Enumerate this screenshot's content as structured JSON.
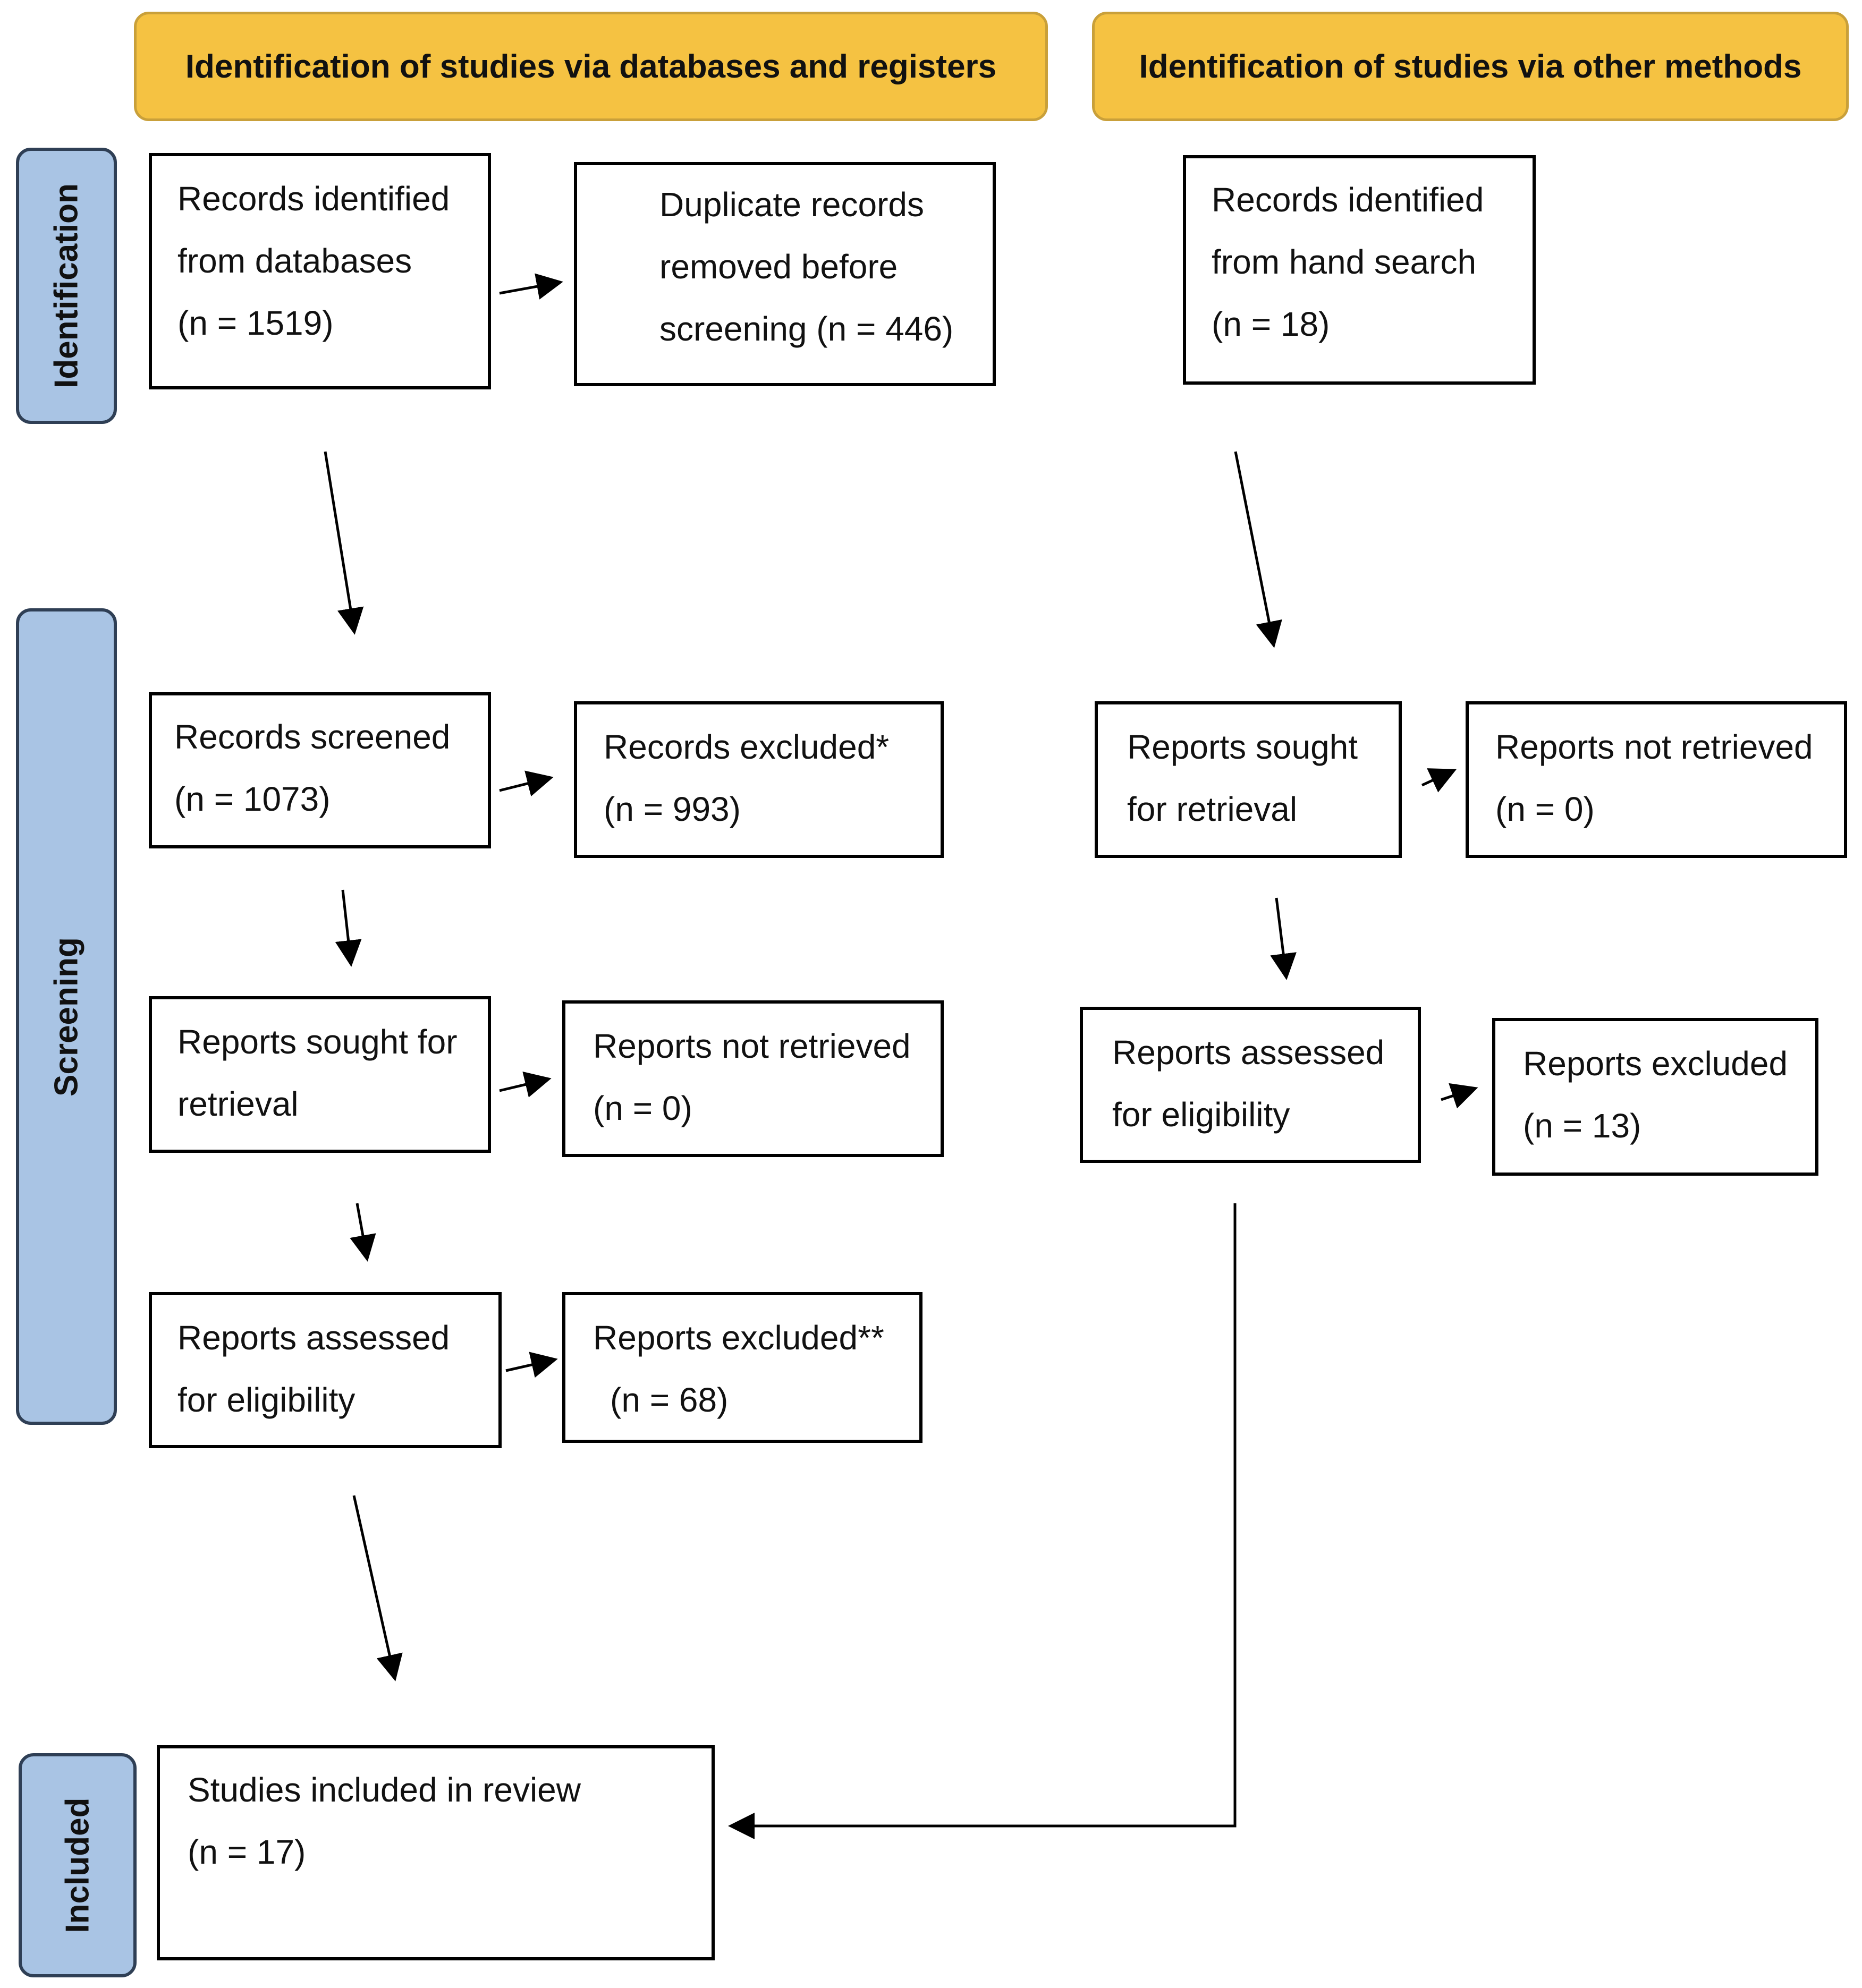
{
  "headers": {
    "databases": "Identification of studies via databases and registers",
    "other": "Identification of studies via other methods"
  },
  "phases": {
    "identification": "Identification",
    "screening": "Screening",
    "included": "Included"
  },
  "databases": {
    "identified": {
      "line1": "Records identified",
      "line2": "from databases",
      "line3": "(n = 1519)"
    },
    "duplicates": {
      "line1": "Duplicate records",
      "line2": "removed before",
      "line3": "screening (n = 446)"
    },
    "screened": {
      "line1": "Records screened",
      "line2": "(n = 1073)"
    },
    "excluded": {
      "line1": "Records excluded*",
      "line2": "(n = 993)"
    },
    "sought": {
      "line1": "Reports sought for",
      "line2": "retrieval"
    },
    "not_retrieved": {
      "line1": "Reports not retrieved",
      "line2": "(n = 0)"
    },
    "assessed": {
      "line1": "Reports assessed",
      "line2": "for eligibility"
    },
    "reports_excluded": {
      "line1": "Reports excluded**",
      "line2": "(n = 68)"
    }
  },
  "other": {
    "identified": {
      "line1": "Records identified",
      "line2": "from hand search",
      "line3": "(n = 18)"
    },
    "sought": {
      "line1": "Reports sought",
      "line2": "for retrieval"
    },
    "not_retrieved": {
      "line1": "Reports not retrieved",
      "line2": "(n = 0)"
    },
    "assessed": {
      "line1": "Reports assessed",
      "line2": "for eligibility"
    },
    "reports_excluded": {
      "line1": "Reports excluded",
      "line2": "(n = 13)"
    }
  },
  "included": {
    "line1": "Studies included in review",
    "line2": "(n = 17)"
  },
  "colors": {
    "header_fill": "#f5c242",
    "header_border": "#c9a03a",
    "phase_fill": "#a9c4e4",
    "phase_border": "#2f3f55",
    "line": "#000000"
  }
}
